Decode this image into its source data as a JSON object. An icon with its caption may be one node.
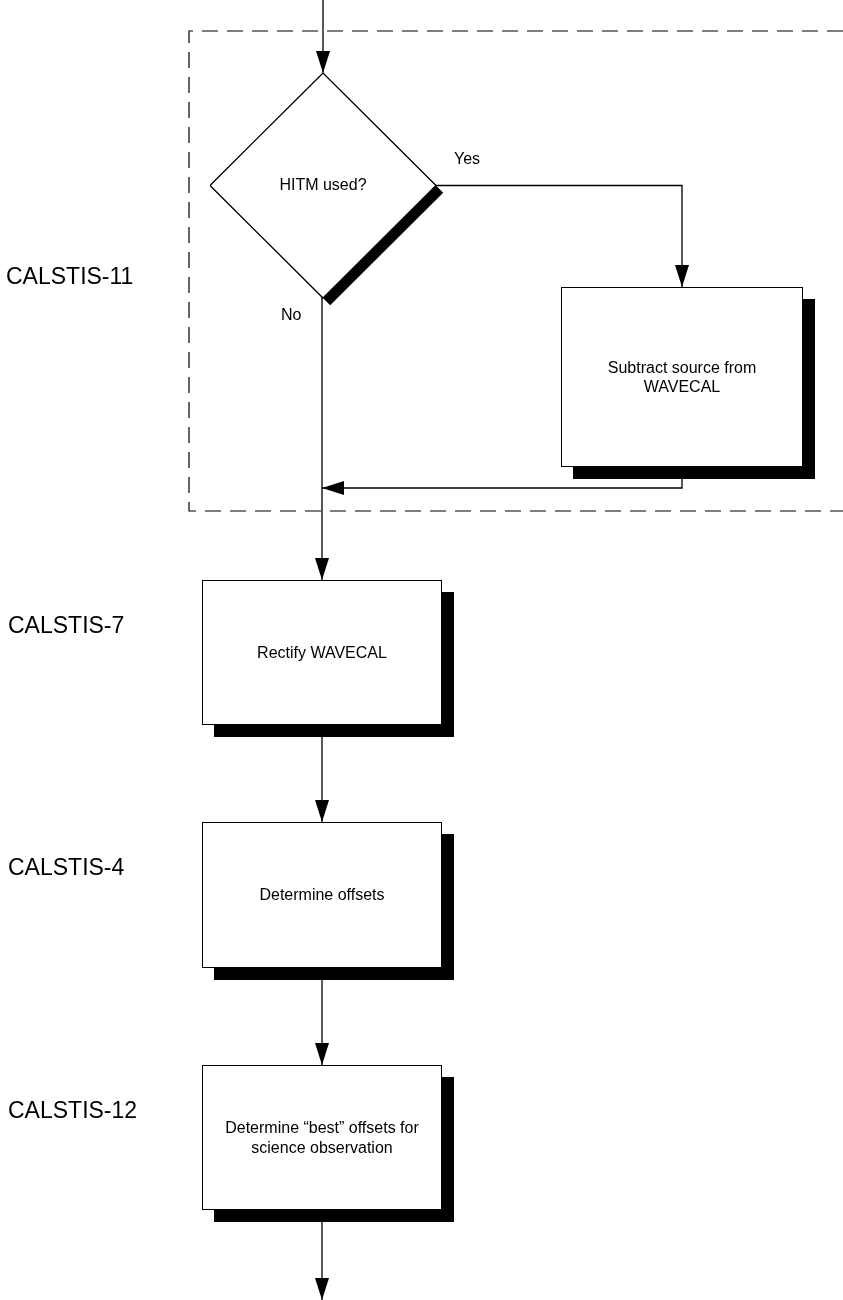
{
  "diagram": {
    "nodes": [
      {
        "text": [
          "CALSTIS-11"
        ]
      },
      {
        "text": [
          "HITM used?"
        ],
        "in": 0
      },
      {
        "text": [
          "Subtract source from WAVECAL"
        ],
        "in": 0
      },
      {
        "text": [
          "Rectify WAVECAL"
        ],
        "beside": [
          "CALSTIS-7"
        ]
      },
      {
        "text": [
          "Determine offsets"
        ],
        "beside": [
          "CALSTIS-4"
        ]
      },
      {
        "text": [
          "Determine “best” offsets for science observation"
        ],
        "beside": [
          "CALSTIS-12"
        ]
      }
    ],
    "edges": [
      {
        "from": null,
        "to": 1,
        "arrow": "to"
      },
      {
        "from": 1,
        "to": 2,
        "arrow": "to",
        "label": "Yes"
      },
      {
        "from": 1,
        "to": 3,
        "arrow": "to",
        "label": "No"
      },
      {
        "from": 2,
        "to": 3,
        "arrow": "to"
      },
      {
        "from": 3,
        "to": 4,
        "arrow": "to"
      },
      {
        "from": 4,
        "to": 5,
        "arrow": "to"
      },
      {
        "from": 5,
        "to": null,
        "arrow": "to"
      }
    ]
  }
}
